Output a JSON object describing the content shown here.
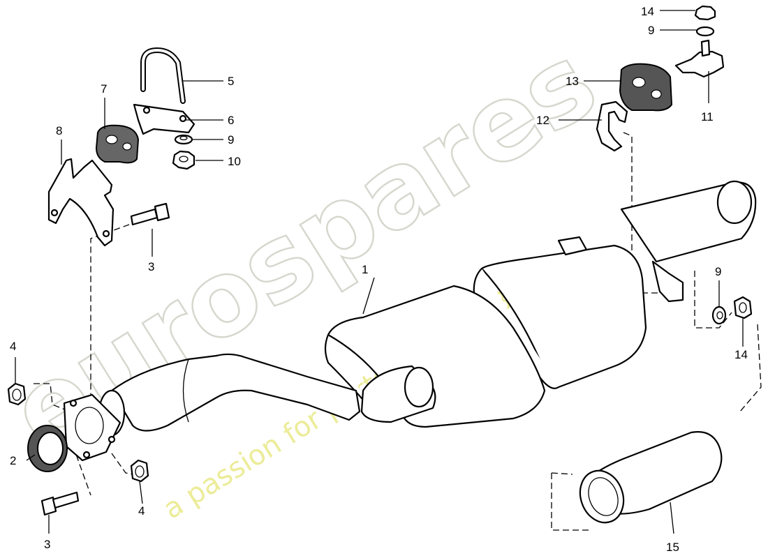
{
  "watermark": {
    "brand": "eurospares",
    "tagline": "a passion for parts since 1985"
  },
  "callouts": [
    "1",
    "2",
    "3",
    "3",
    "4",
    "4",
    "5",
    "6",
    "7",
    "8",
    "9",
    "9",
    "9",
    "10",
    "11",
    "12",
    "13",
    "14",
    "14",
    "15"
  ]
}
